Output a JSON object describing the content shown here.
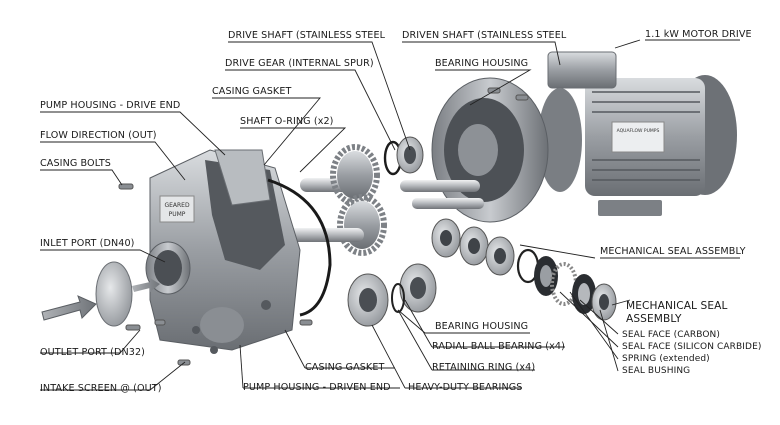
{
  "labels": {
    "drive_shaft": "DRIVE SHAFT (STAINLESS STEEL",
    "driven_shaft": "DRIVEN SHAFT (STAINLESS STEEL",
    "motor_drive": "1.1 kW MOTOR DRIVE",
    "drive_gear": "DRIVE GEAR (INTERNAL SPUR)",
    "bearing_housing_top": "BEARING HOUSING",
    "casing_gasket_top": "CASING GASKET",
    "pump_housing_drive_end": "PUMP HOUSING - DRIVE END",
    "shaft_o_ring": "SHAFT O-RING (x2)",
    "flow_direction": "FLOW DIRECTION (OUT)",
    "casing_bolts": "CASING BOLTS",
    "inlet_port": "INLET PORT (DN40)",
    "mech_seal_assembly_a": "MECHANICAL SEAL ASSEMBLY",
    "mech_seal_assembly_b_line1": "MECHANICAL SEAL",
    "mech_seal_assembly_b_line2": "ASSEMBLY",
    "seal_face_carbon": "SEAL FACE (CARBON)",
    "seal_face_sic": "SEAL FACE (SILICON CARBIDE)",
    "spring": "SPRING (extended)",
    "seal_bushing": "SEAL BUSHING",
    "bearing_housing_bottom": "BEARING HOUSING",
    "radial_ball_bearing": "RADIAL BALL BEARING (x4)",
    "retaining_ring": "RETAINING RING (x4)",
    "outlet_port": "OUTLET PORT (DN32)",
    "casing_gasket_bottom": "CASING GASKET",
    "intake_screen": "INTAKE SCREEN @ (OUT)",
    "pump_housing_driven_end": "PUMP HOUSING - DRIVEN END",
    "heavy_duty_bearings": "HEAVY-DUTY BEARINGS"
  },
  "part_markings": {
    "pump_plate_line1": "GEARED",
    "pump_plate_line2": "PUMP",
    "motor_plate": "AQUAFLOW PUMPS"
  },
  "colors": {
    "metal_dark": "#6f7378",
    "metal_mid": "#9a9ea3",
    "metal_light": "#c9ccd0",
    "line": "#222222"
  }
}
